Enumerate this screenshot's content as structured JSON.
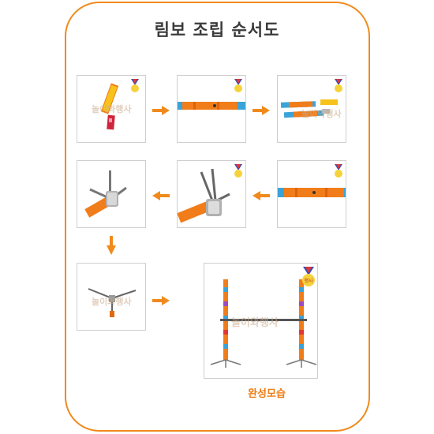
{
  "page": {
    "title": "림보 조립 순서도",
    "caption": "완성모습",
    "watermark": "놀이와행사",
    "medal_text": "행사"
  },
  "colors": {
    "accent": "#f08a1c",
    "pole_orange": "#f07d1a",
    "pole_blue": "#3aa3d8",
    "metal": "#9a9a9a"
  },
  "steps": [
    {
      "name": "step-1-pole-parts",
      "icon": "pole-parts"
    },
    {
      "name": "step-2-joined-pole",
      "icon": "pole-section"
    },
    {
      "name": "step-3-extended-pole",
      "icon": "pole-sections"
    },
    {
      "name": "step-4-pole-closeup",
      "icon": "pole-section"
    },
    {
      "name": "step-5-connector",
      "icon": "connector"
    },
    {
      "name": "step-6-tripod-joint",
      "icon": "tripod-joint"
    },
    {
      "name": "step-7-tripod-base",
      "icon": "tripod-base"
    },
    {
      "name": "step-8-completed-limbo",
      "icon": "limbo-stand"
    }
  ]
}
